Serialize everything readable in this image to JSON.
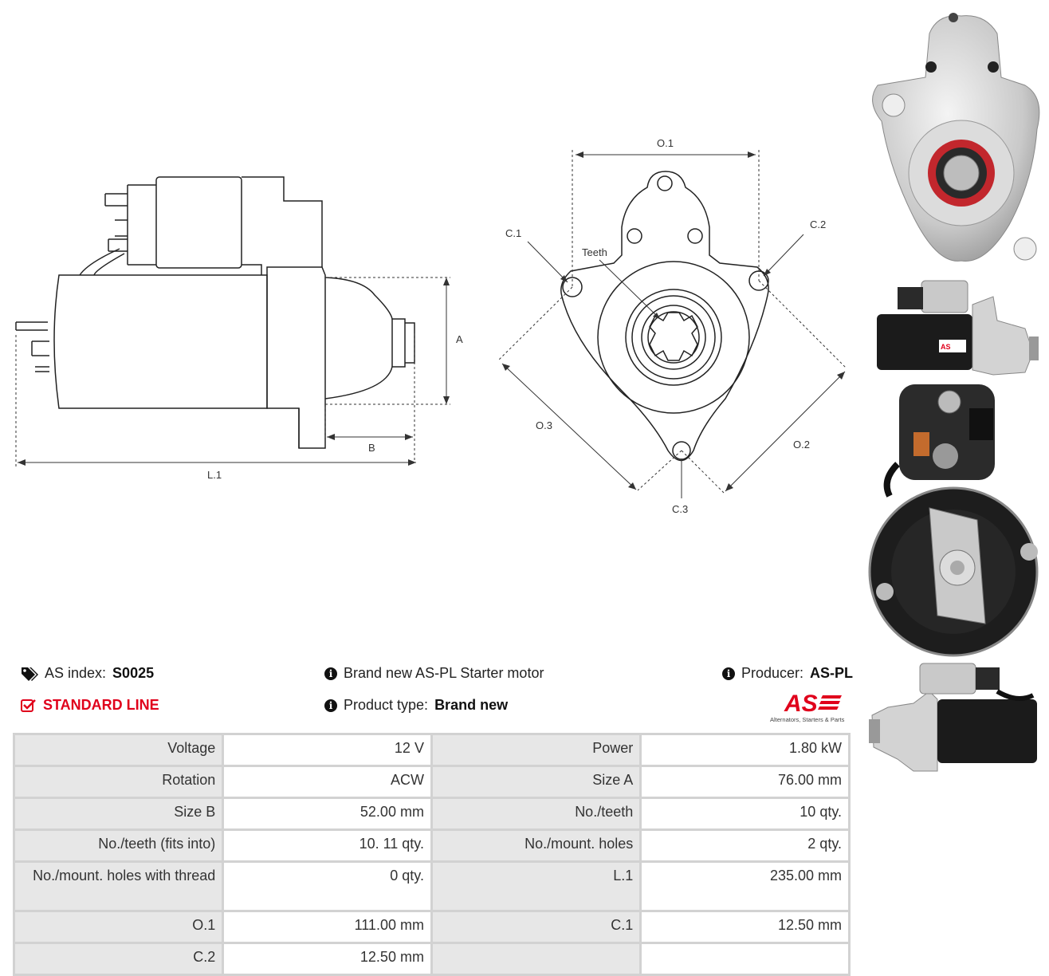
{
  "drawing": {
    "labels": {
      "A": "A",
      "B": "B",
      "L1": "L.1",
      "O1": "O.1",
      "O2": "O.2",
      "O3": "O.3",
      "C1": "C.1",
      "C2": "C.2",
      "C3": "C.3",
      "teeth": "Teeth"
    }
  },
  "photos": [
    "front view photo",
    "side view photo",
    "rear view photo",
    "side view photo 2"
  ],
  "info": {
    "as_index_label": "AS index:",
    "as_index_value": "S0025",
    "line": "STANDARD LINE",
    "description": "Brand new AS-PL Starter motor",
    "product_type_label": "Product type:",
    "product_type_value": "Brand new",
    "producer_label": "Producer:",
    "producer_value": "AS-PL",
    "logo_text": "AS",
    "logo_tagline": "Alternators, Starters & Parts"
  },
  "specs": [
    [
      {
        "k": "Voltage",
        "v": "12 V"
      },
      {
        "k": "Power",
        "v": "1.80 kW"
      }
    ],
    [
      {
        "k": "Rotation",
        "v": "ACW"
      },
      {
        "k": "Size A",
        "v": "76.00 mm"
      }
    ],
    [
      {
        "k": "Size B",
        "v": "52.00 mm"
      },
      {
        "k": "No./teeth",
        "v": "10 qty."
      }
    ],
    [
      {
        "k": "No./teeth (fits into)",
        "v": "10. 11 qty."
      },
      {
        "k": "No./mount. holes",
        "v": "2 qty."
      }
    ],
    [
      {
        "k": "No./mount. holes with thread",
        "v": "0 qty."
      },
      {
        "k": "L.1",
        "v": "235.00 mm"
      }
    ],
    [
      {
        "k": "O.1",
        "v": "111.00 mm"
      },
      {
        "k": "C.1",
        "v": "12.50 mm"
      }
    ],
    [
      {
        "k": "C.2",
        "v": "12.50 mm"
      },
      {
        "k": "",
        "v": ""
      }
    ]
  ],
  "colors": {
    "accent_red": "#e0001b",
    "table_label_bg": "#e7e7e7",
    "table_border": "#d2d2d2"
  }
}
